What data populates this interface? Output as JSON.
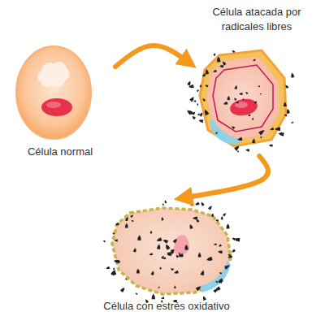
{
  "diagram": {
    "nodes": [
      {
        "text": [
          "Célula normal"
        ]
      },
      {
        "text": [
          "Célula atacada por radicales libres"
        ]
      },
      {
        "text": [
          "Célula con estrés oxidativo"
        ]
      }
    ],
    "edges": [
      {
        "from": 0,
        "to": 1,
        "arrow": "to"
      },
      {
        "from": 1,
        "to": 2,
        "arrow": "to"
      }
    ]
  }
}
